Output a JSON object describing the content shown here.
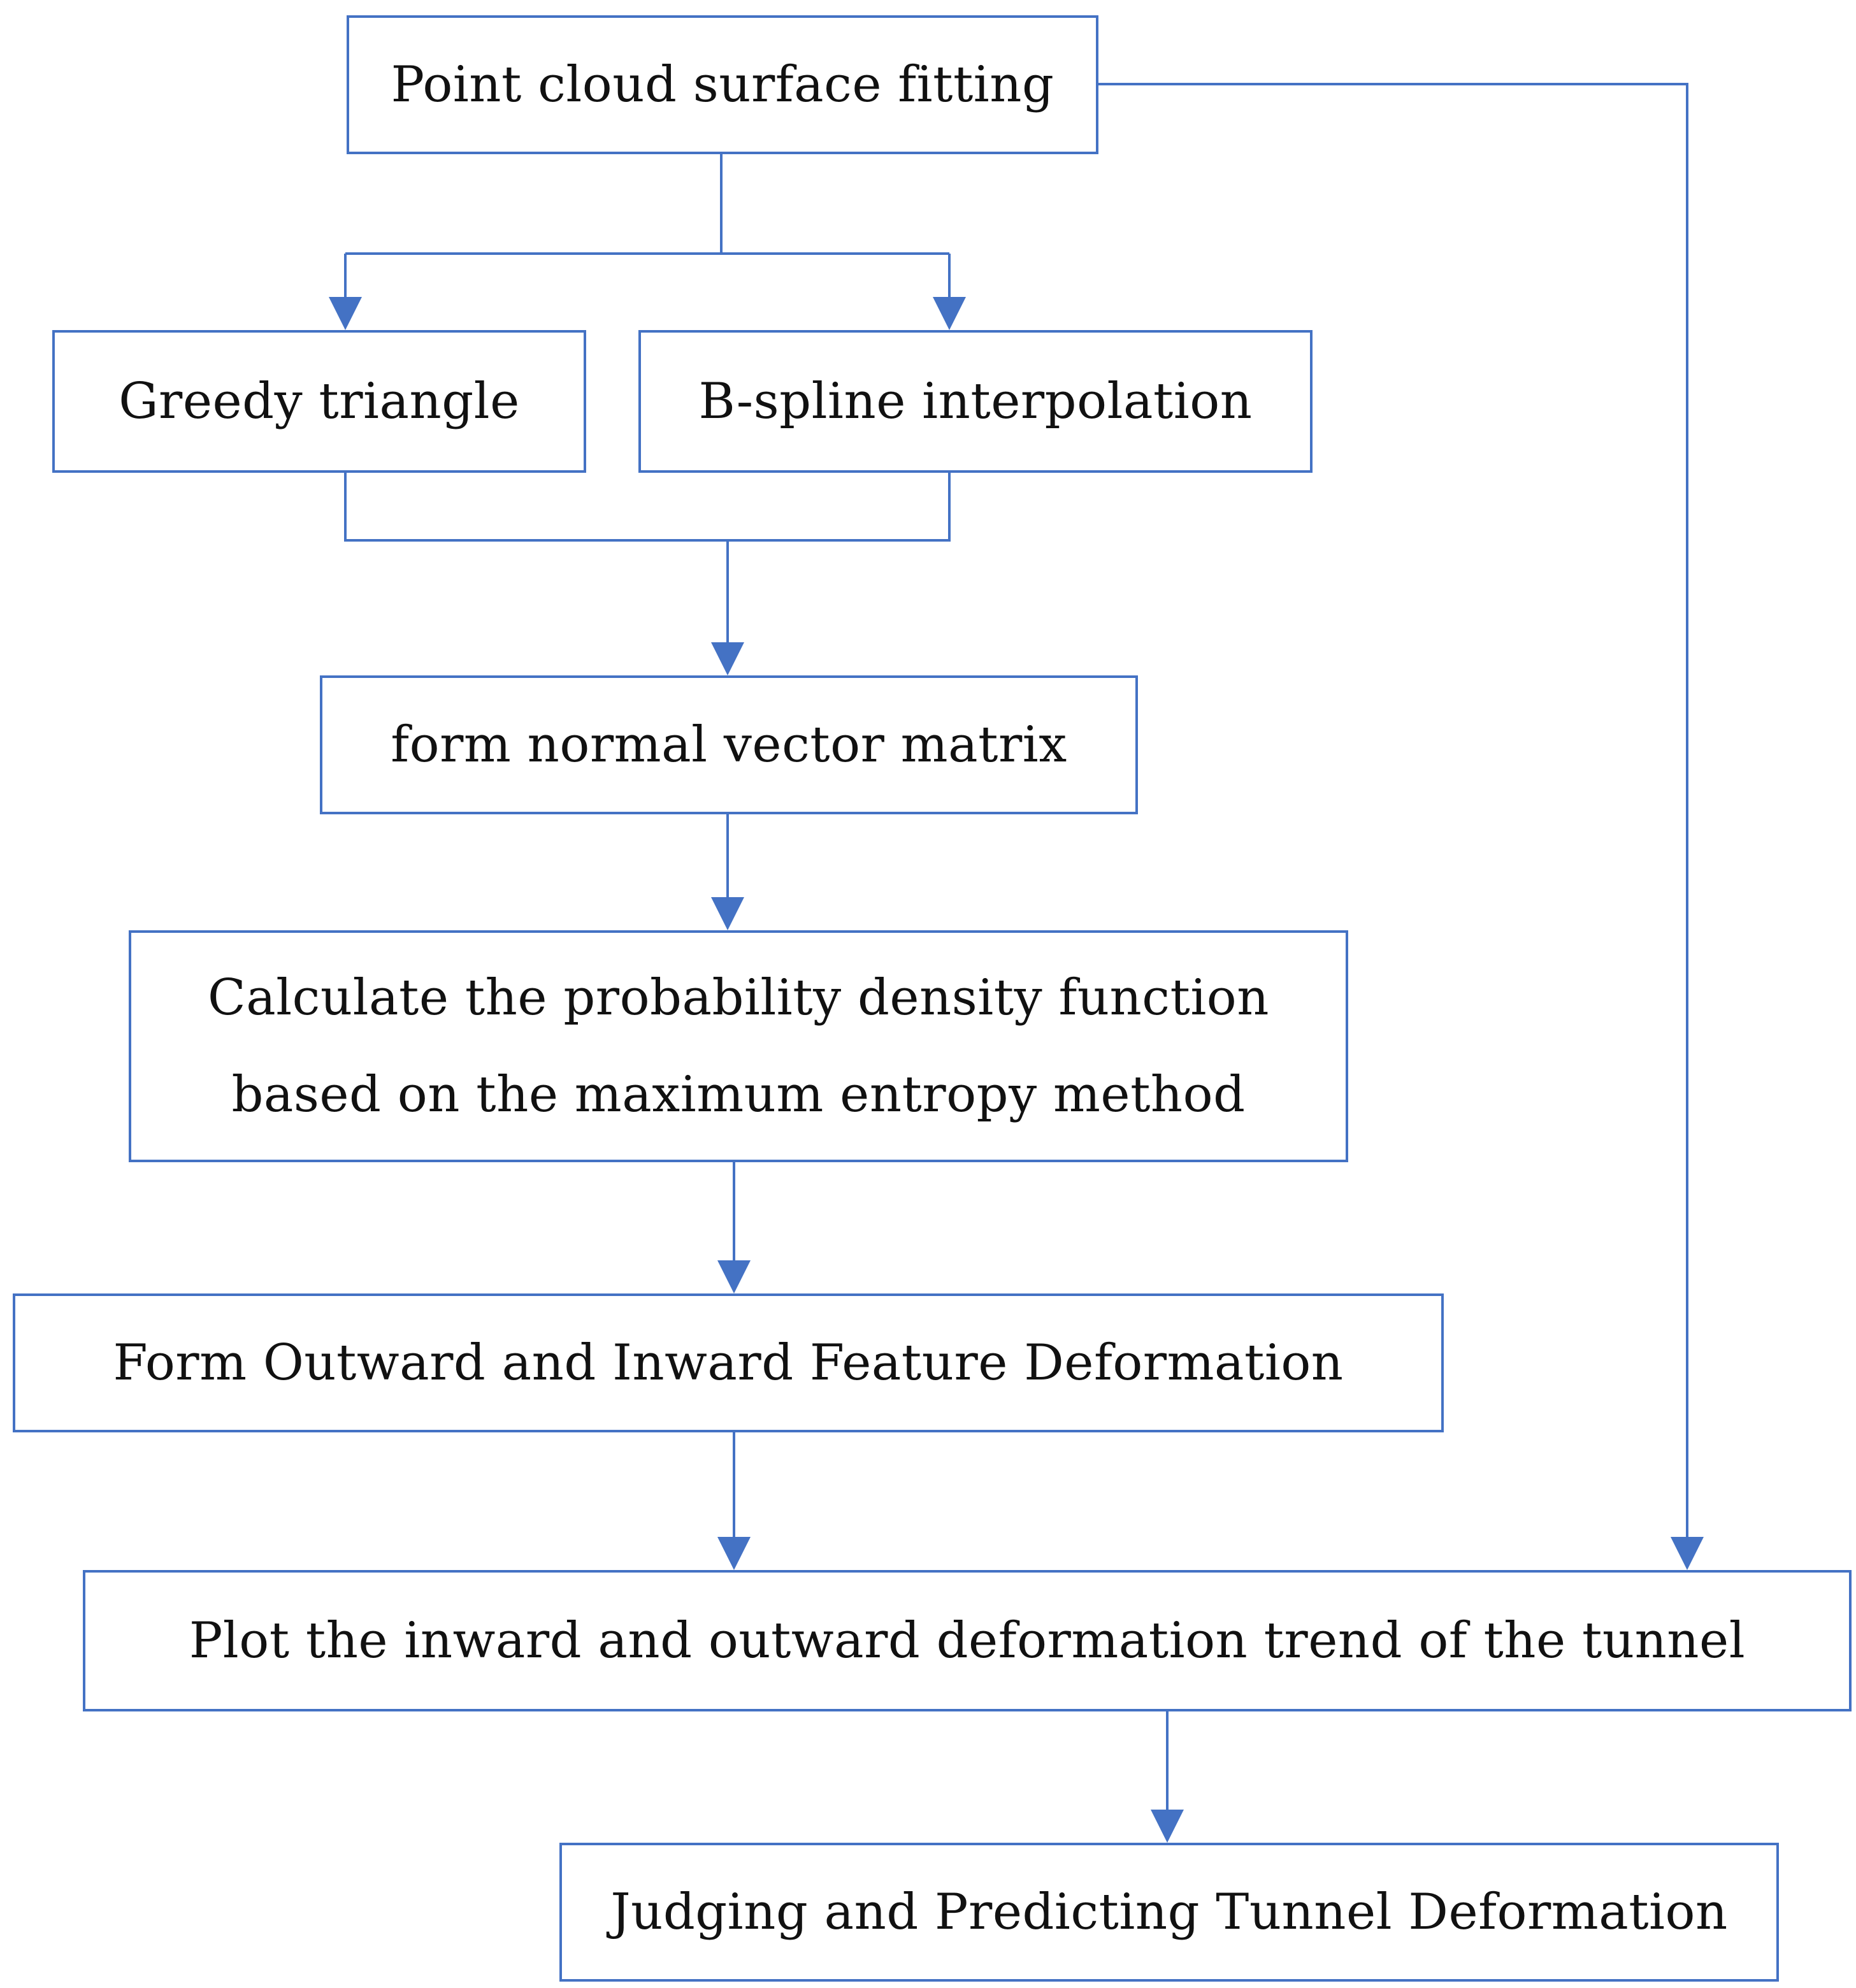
{
  "flowchart": {
    "accent_color": "#4472c4",
    "nodes": {
      "fitting": "Point cloud surface fitting",
      "greedy": "Greedy triangle",
      "bspline": "B-spline interpolation",
      "normal": "form normal vector matrix",
      "pdf_line1": "Calculate the probability density function",
      "pdf_line2": "based on the maximum entropy method",
      "feature": "Form Outward and Inward Feature Deformation",
      "plot": "Plot the inward and outward deformation trend of the tunnel",
      "predict": "Judging and Predicting Tunnel Deformation"
    }
  }
}
